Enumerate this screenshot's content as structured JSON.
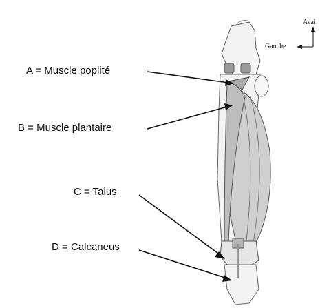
{
  "labels": [
    {
      "prefix": "A = ",
      "text": "Muscle poplité"
    },
    {
      "prefix": "B = ",
      "text": "Muscle plantaire"
    },
    {
      "prefix": "C = ",
      "text": "Talus"
    },
    {
      "prefix": "D = ",
      "text": "Calcaneus"
    }
  ],
  "orientation": {
    "anterior": "Avai",
    "left": "Gauche"
  },
  "colors": {
    "line": "#111111",
    "bone": "#f3f3f3",
    "muscle": "#c8c8c8",
    "outline": "#555555"
  }
}
